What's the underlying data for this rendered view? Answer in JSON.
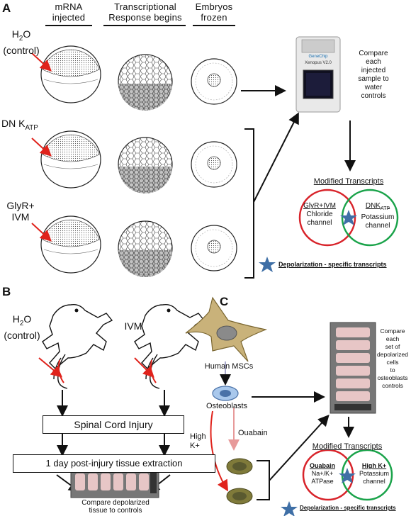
{
  "panelA": {
    "letter": "A",
    "headers": {
      "mrna_1": "mRNA",
      "mrna_2": "injected",
      "tr_1": "Transcriptional",
      "tr_2": "Response begins",
      "emb_1": "Embryos",
      "emb_2": "frozen"
    },
    "rows": {
      "h2o_1": "H",
      "h2o_sub": "2",
      "h2o_2": "O",
      "h2o_3": "(control)",
      "dnk_1": "DN K",
      "dnk_sub": "ATP",
      "glyr_1": "GlyR+",
      "glyr_2": "IVM"
    },
    "chip": {
      "brand": "GeneChip",
      "label": "Xenopus V2.0"
    },
    "compare_lines": [
      "Compare",
      "each",
      "injected",
      "sample to",
      "water",
      "controls"
    ],
    "modified_title": "Modified Transcripts",
    "venn_left_1": "GlyR+IVM",
    "venn_left_2": "Chloride",
    "venn_left_3": "channel",
    "venn_right_1": "DNK",
    "venn_right_sub": "ATP",
    "venn_right_2": "Potassium",
    "venn_right_3": "channel",
    "legend": "Depolarization - specific transcripts",
    "colors": {
      "venn_left": "#d8232a",
      "venn_right": "#1aa34a",
      "star": "#3f6fa6",
      "arrow_red": "#e0231c"
    }
  },
  "panelB": {
    "letter": "B",
    "h2o_1": "H",
    "h2o_sub": "2",
    "h2o_2": "O",
    "h2o_3": "(control)",
    "ivm": "IVM",
    "box1": "Spinal Cord Injury",
    "box2": "1 day post-injury tissue extraction",
    "caption_1": "Compare depolarized",
    "caption_2": "tissue to controls"
  },
  "panelC": {
    "letter": "C",
    "msc": "Human MSCs",
    "osteo": "Osteoblasts",
    "high_k_1": "High",
    "high_k_2": "K+",
    "ouabain": "Ouabain",
    "compare_lines": [
      "Compare",
      "each",
      "set of",
      "depolarized cells",
      "to osteoblasts",
      "controls"
    ],
    "modified_title": "Modified Transcripts",
    "venn_left_1": "Ouabain",
    "venn_left_2": "Na+/K+",
    "venn_left_3": "ATPase",
    "venn_right_1": "High K+",
    "venn_right_2": "Potassium",
    "venn_right_3": "channel",
    "legend": "Depolarization - specific transcripts"
  }
}
